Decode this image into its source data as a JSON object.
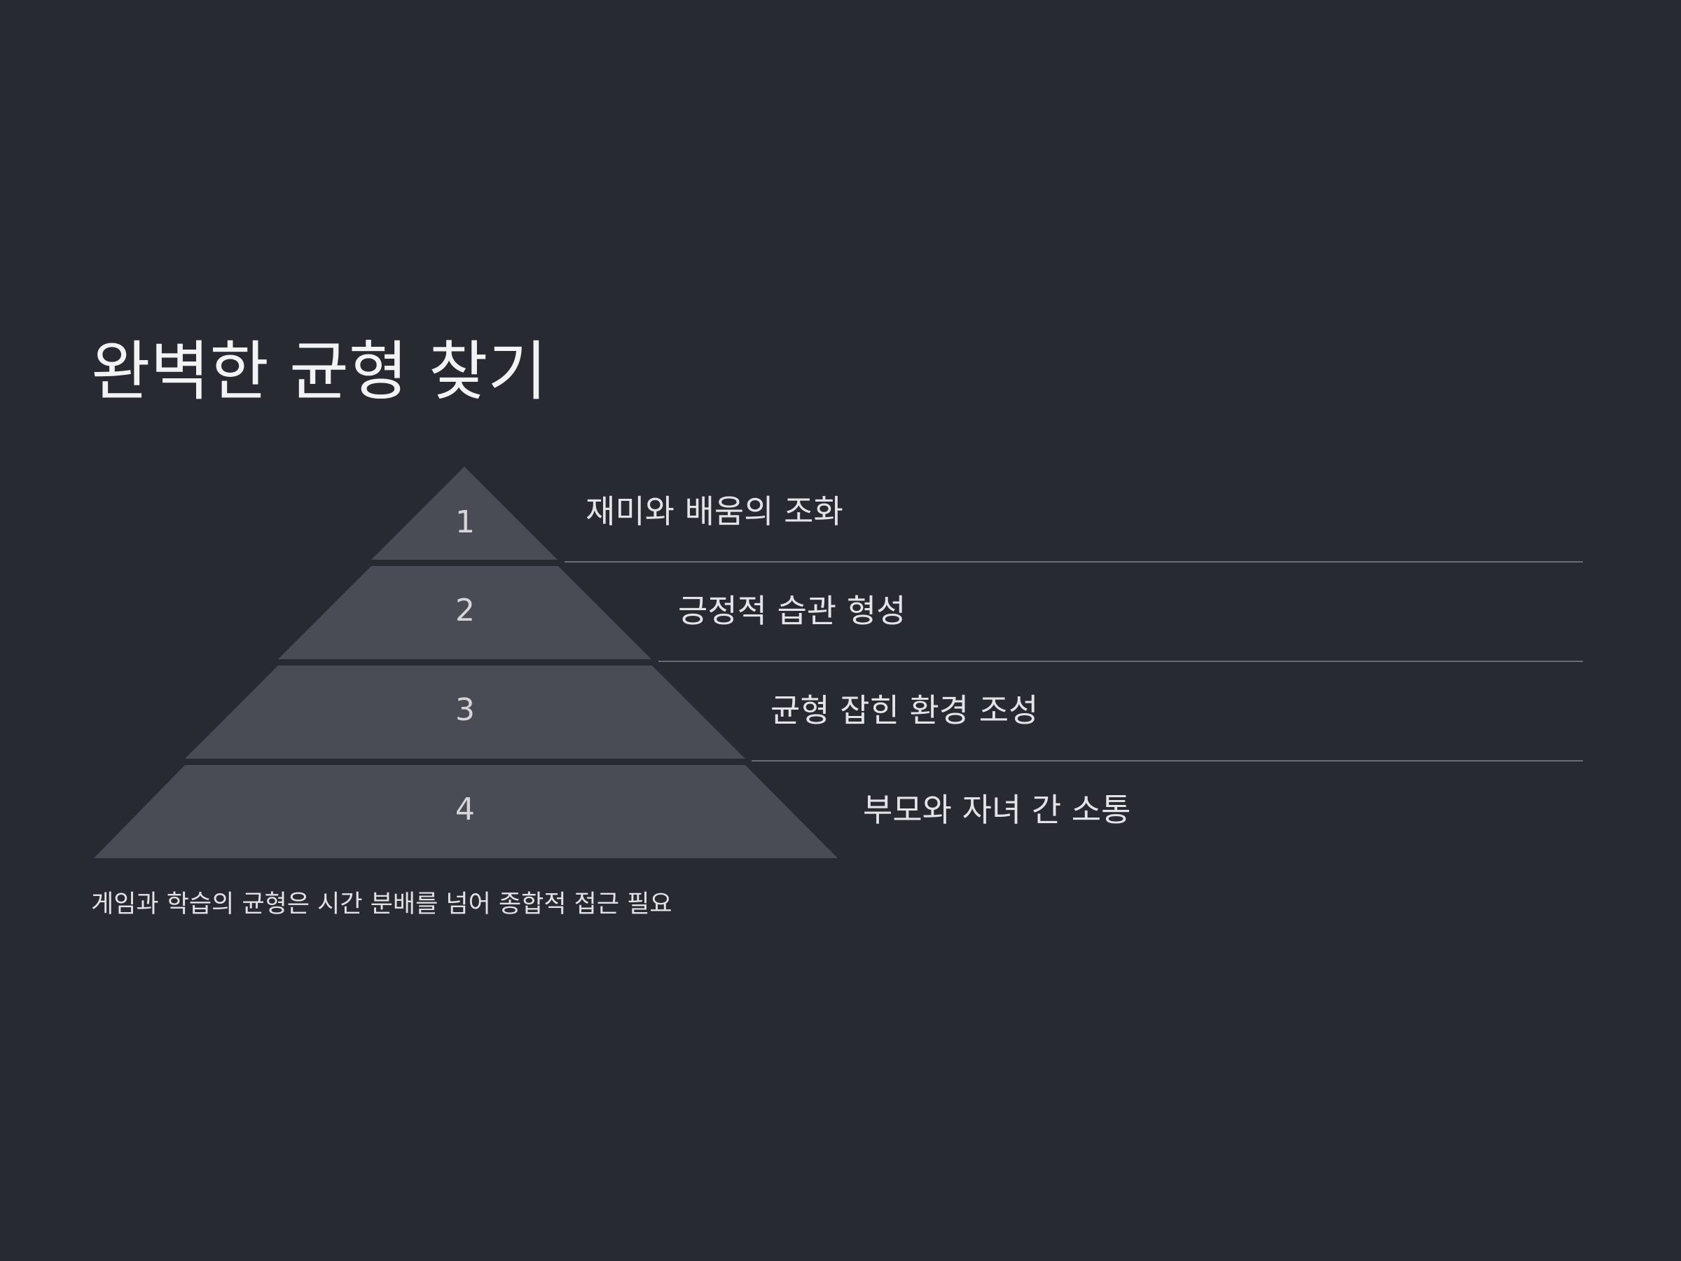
{
  "title": "완벽한 균형 찾기",
  "pyramid": {
    "tiers": [
      {
        "number": "1",
        "label": "재미와 배움의 조화"
      },
      {
        "number": "2",
        "label": "긍정적 습관 형성"
      },
      {
        "number": "3",
        "label": "균형 잡힌 환경 조성"
      },
      {
        "number": "4",
        "label": "부모와 자녀 간 소통"
      }
    ]
  },
  "footnote": "게임과 학습의 균형은 시간 분배를 넘어 종합적 접근 필요",
  "colors": {
    "background": "#272a30",
    "tier_fill": "#494c54",
    "text": "#e3e4e7",
    "divider": "#686b72"
  }
}
